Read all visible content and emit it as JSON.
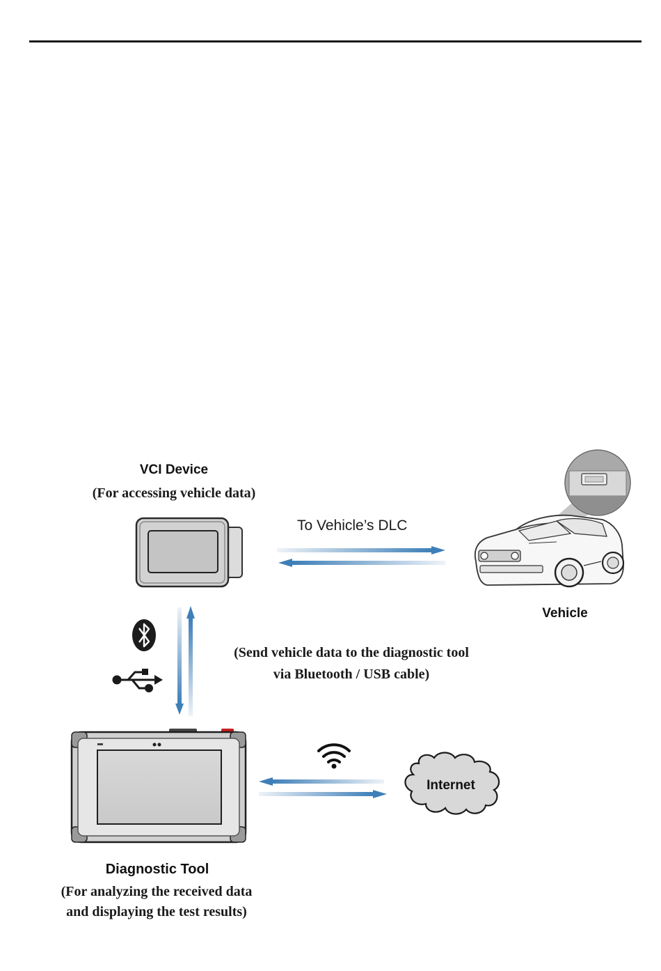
{
  "vci": {
    "title": "VCI  Device",
    "subtitle": "(For accessing vehicle data)"
  },
  "dlc_label": "To Vehicle’s DLC",
  "vehicle_label": "Vehicle",
  "send_note": {
    "line1": "(Send vehicle data to the diagnostic tool",
    "line2": "via Bluetooth / USB cable)"
  },
  "internet_label": "Internet",
  "tool": {
    "title": "Diagnostic Tool",
    "line1": "(For analyzing the received data",
    "line2": "and displaying the test results)"
  },
  "icons": {
    "bluetooth": "bluetooth-icon",
    "usb": "usb-icon",
    "wifi": "wifi-icon"
  },
  "colors": {
    "arrow_blue": "#3e7fb8",
    "arrow_light": "#dbe7f1",
    "bluetooth_bg": "#1c1c1c",
    "device_gray": "#d4d4d4"
  }
}
